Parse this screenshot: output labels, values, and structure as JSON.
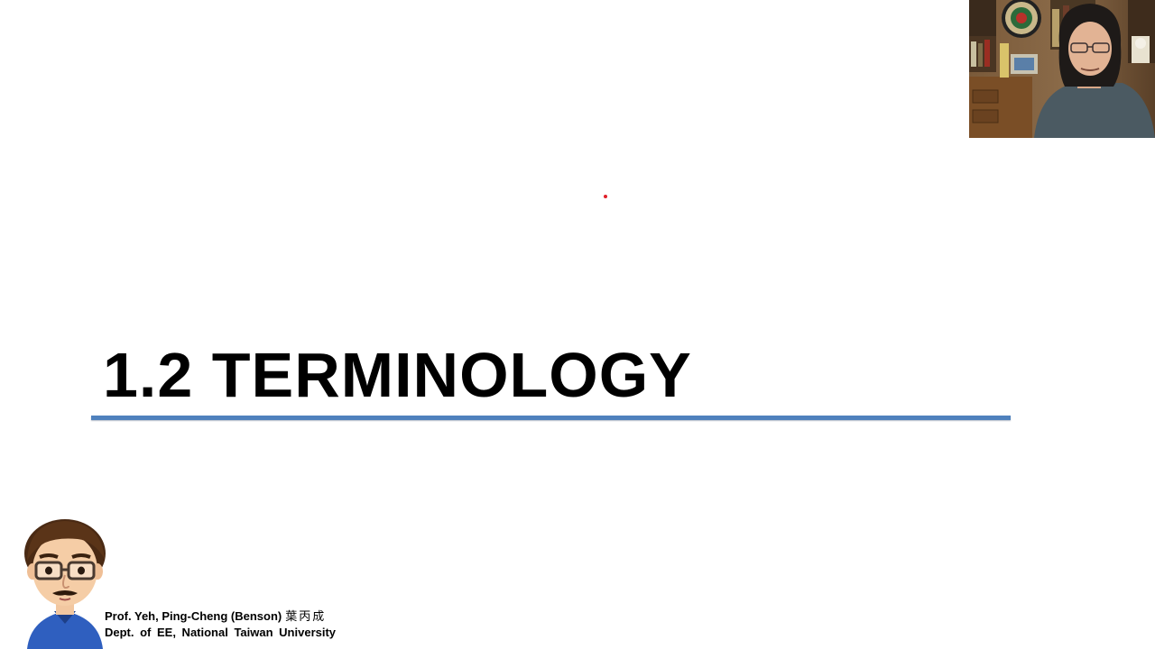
{
  "slide": {
    "title": "1.2 TERMINOLOGY",
    "accent_color": "#4f81bd",
    "laser_pointer_color": "#e0202a"
  },
  "presenter": {
    "name": "Prof. Yeh, Ping-Cheng (Benson)",
    "name_zh": "葉丙成",
    "affiliation": "Dept. of EE,  National Taiwan University"
  },
  "webcam": {
    "icon": "webcam-video-feed"
  },
  "avatar": {
    "icon": "cartoon-avatar"
  }
}
